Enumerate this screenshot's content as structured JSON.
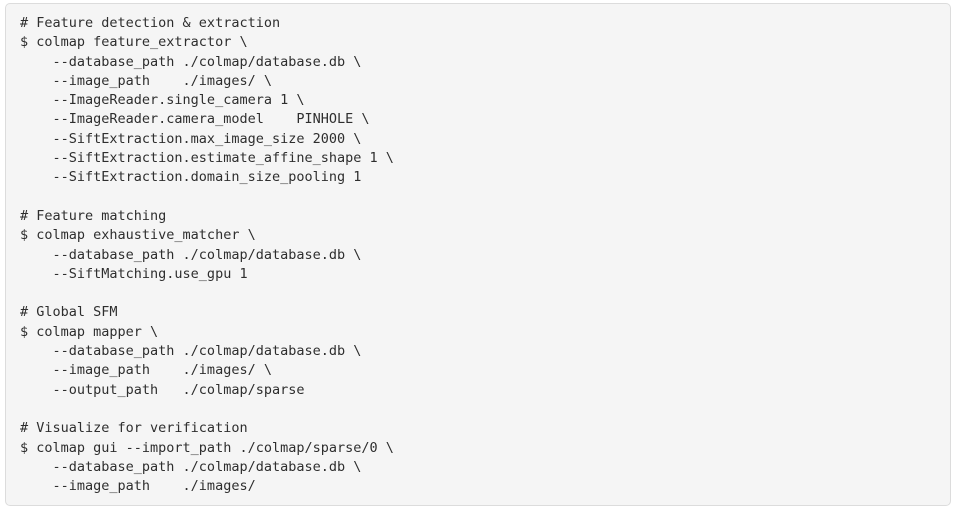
{
  "page": {
    "background": "#ffffff"
  },
  "code_block": {
    "background": "#f5f5f5",
    "border_color": "#dcdcdc",
    "text_color": "#2e2e2e",
    "language": "shell",
    "lines": [
      "# Feature detection & extraction",
      "$ colmap feature_extractor \\",
      "    --database_path ./colmap/database.db \\",
      "    --image_path    ./images/ \\",
      "    --ImageReader.single_camera 1 \\",
      "    --ImageReader.camera_model    PINHOLE \\",
      "    --SiftExtraction.max_image_size 2000 \\",
      "    --SiftExtraction.estimate_affine_shape 1 \\",
      "    --SiftExtraction.domain_size_pooling 1",
      "",
      "# Feature matching",
      "$ colmap exhaustive_matcher \\",
      "    --database_path ./colmap/database.db \\",
      "    --SiftMatching.use_gpu 1",
      "",
      "# Global SFM",
      "$ colmap mapper \\",
      "    --database_path ./colmap/database.db \\",
      "    --image_path    ./images/ \\",
      "    --output_path   ./colmap/sparse",
      "",
      "# Visualize for verification",
      "$ colmap gui --import_path ./colmap/sparse/0 \\",
      "    --database_path ./colmap/database.db \\",
      "    --image_path    ./images/"
    ]
  }
}
